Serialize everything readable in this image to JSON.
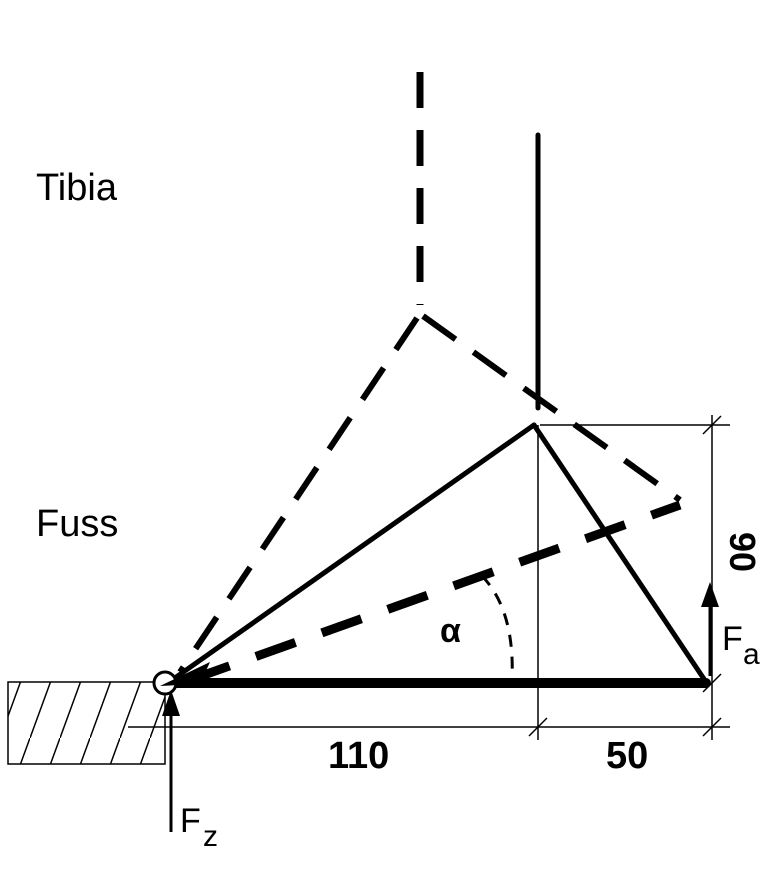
{
  "labels": {
    "tibia": "Tibia",
    "foot": "Fuss",
    "angle": "α",
    "force_a_main": "F",
    "force_a_sub": "a",
    "force_z_main": "F",
    "force_z_sub": "z"
  },
  "dimensions": {
    "length_left": "110",
    "length_right": "50",
    "height": "90"
  }
}
